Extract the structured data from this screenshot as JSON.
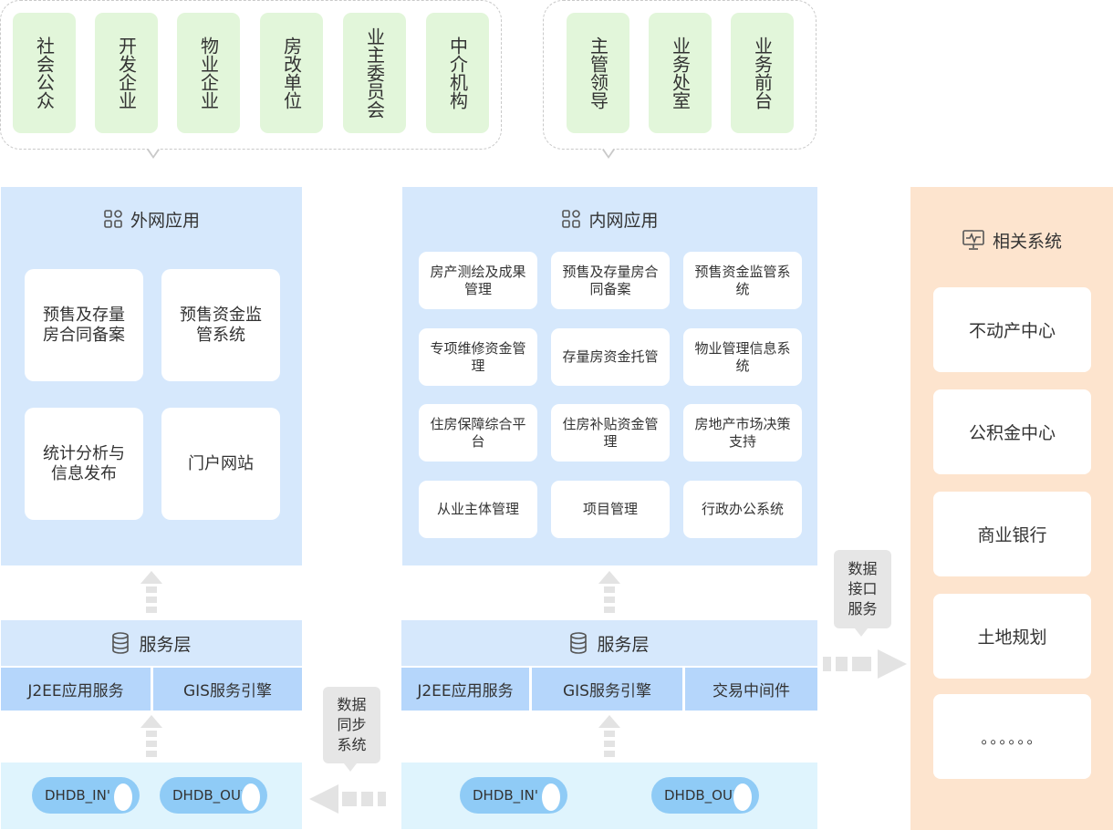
{
  "external_users": [
    "社会公众",
    "开发企业",
    "物业企业",
    "房改单位",
    "业主委员会",
    "中介机构"
  ],
  "internal_users": [
    "主管领导",
    "业务处室",
    "业务前台"
  ],
  "external_app": {
    "title": "外网应用",
    "modules": [
      "预售及存量房合同备案",
      "预售资金监管系统",
      "统计分析与信息发布",
      "门户网站"
    ]
  },
  "internal_app": {
    "title": "内网应用",
    "modules": [
      "房产测绘及成果管理",
      "预售及存量房合同备案",
      "预售资金监管系统",
      "专项维修资金管理",
      "存量房资金托管",
      "物业管理信息系统",
      "住房保障综合平台",
      "住房补贴资金管理",
      "房地产市场决策支持",
      "从业主体管理",
      "项目管理",
      "行政办公系统"
    ]
  },
  "external_service": {
    "title": "服务层",
    "items": [
      "J2EE应用服务",
      "GIS服务引擎"
    ]
  },
  "internal_service": {
    "title": "服务层",
    "items": [
      "J2EE应用服务",
      "GIS服务引擎",
      "交易中间件"
    ]
  },
  "external_db": [
    "DHDB_IN'",
    "DHDB_OUT"
  ],
  "internal_db": [
    "DHDB_IN'",
    "DHDB_OUT"
  ],
  "related": {
    "title": "相关系统",
    "items": [
      "不动产中心",
      "公积金中心",
      "商业银行",
      "土地规划",
      "。。。。。。"
    ]
  },
  "labels": {
    "sync": "数据同步系统",
    "interface": "数据接口服务"
  },
  "colors": {
    "user_card": "#e2f6da",
    "app_panel": "#d6e8fc",
    "service_cell": "#b5d6fb",
    "db_layer": "#dff4fd",
    "db_cylinder": "#8fcbf6",
    "related_panel": "#fde4ce",
    "arrow": "#e3e3e3"
  },
  "icons": {
    "app": "grid-apps-icon",
    "service": "database-stack-icon",
    "related": "monitor-pulse-icon"
  }
}
